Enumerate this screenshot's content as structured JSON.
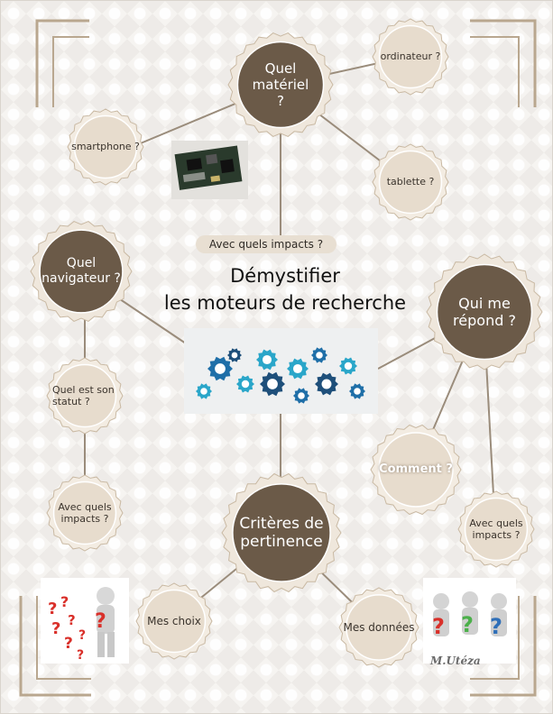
{
  "title": {
    "line1": "Démystifier",
    "line2": "les moteurs de recherche"
  },
  "hubs": {
    "materiel": "Quel matériel ?",
    "navigateur": "Quel navigateur ?",
    "repond": "Qui me répond ?",
    "criteres": "Critères de pertinence"
  },
  "leaves": {
    "ordinateur": "ordinateur ?",
    "smartphone": "smartphone ?",
    "tablette": "tablette ?",
    "statut": "Quel est son statut ?",
    "impacts_nav": "Avec quels impacts ?",
    "comment": "Comment ?",
    "impacts_rep": "Avec quels impacts ?",
    "choix": "Mes choix",
    "donnees": "Mes données"
  },
  "impacts_label": "Avec quels impacts ?",
  "signature": "M.Utéza",
  "images": {
    "circuit": "circuit-board-photo",
    "gears": "gears-icons-illustration",
    "figure_left": "figure-with-question-marks",
    "figures_right": "three-figures-question-marks"
  },
  "colors": {
    "dark_node": "#6b5a48",
    "light_node": "#e7dccd",
    "line": "#8a7b6a",
    "frame": "#b7a58c"
  }
}
